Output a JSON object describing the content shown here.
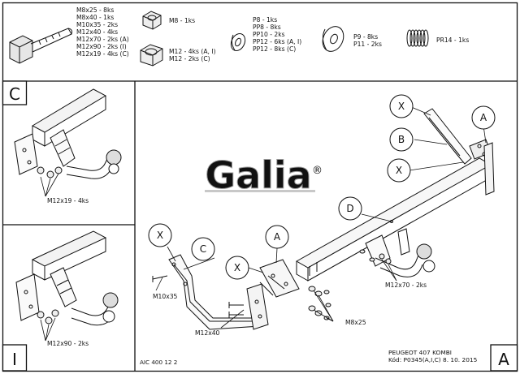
{
  "hardware": {
    "bolts": [
      "M8x25 - 8ks",
      "M8x40 - 1ks",
      "M10x35 - 2ks",
      "M12x40 - 4ks",
      "M12x70 - 2ks (A)",
      "M12x90 - 2ks (I)",
      "M12x19 - 4ks (C)"
    ],
    "nut_m8": "M8 - 1ks",
    "nuts_m12": [
      "M12 - 4ks (A, I)",
      "M12 - 2ks (C)"
    ],
    "washers": [
      "P8 - 1ks",
      "PP8 - 8ks",
      "PP10 - 2ks",
      "PP12 - 6ks (A, I)",
      "PP12 - 8ks (C)"
    ],
    "large_washers": [
      "P9 - 8ks",
      "P11 - 2ks"
    ],
    "spring": "PR14 - 1ks"
  },
  "panel_c": {
    "letter": "C",
    "bolt_label": "M12x19 - 4ks"
  },
  "panel_i": {
    "letter": "I",
    "bolt_label": "M12x90 - 2ks"
  },
  "main": {
    "logo": "Galia",
    "registered": "®",
    "balloons": {
      "x_top": "X",
      "a_right": "A",
      "b": "B",
      "x_mid": "X",
      "d": "D",
      "x_left": "X",
      "c": "C",
      "a_mid": "A",
      "x_low": "X"
    },
    "labels": {
      "m10x35": "M10x35",
      "m12x40": "M12x40",
      "m8x25": "M8x25",
      "m12x70": "M12x70 - 2ks"
    },
    "footer_code": "AIC 400 12 2",
    "model": "PEUGEOT 407 KOMBI",
    "kod": "Kód: P0345(A,I,C)  8. 10. 2015",
    "variant": "A"
  }
}
